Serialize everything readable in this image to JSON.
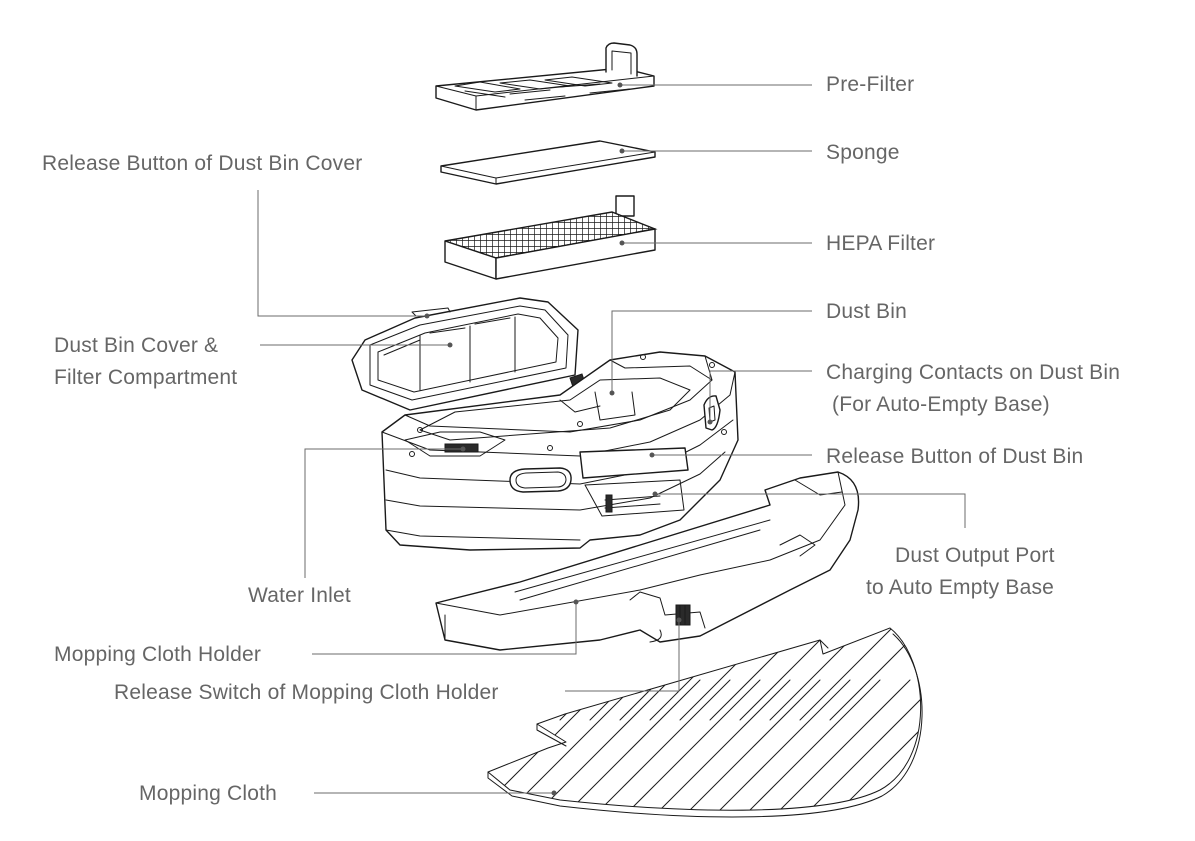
{
  "diagram": {
    "labels": {
      "pre_filter": "Pre-Filter",
      "sponge": "Sponge",
      "hepa_filter": "HEPA Filter",
      "release_button_cover": "Release Button of Dust Bin Cover",
      "dust_bin": "Dust Bin",
      "cover_line1": "Dust Bin Cover &",
      "cover_line2": "Filter Compartment",
      "charging_line1": "Charging Contacts on Dust Bin",
      "charging_line2": "(For Auto-Empty Base)",
      "release_button_bin": "Release Button of Dust Bin",
      "water_inlet": "Water Inlet",
      "dust_port_line1": "Dust Output Port",
      "dust_port_line2": "to Auto Empty Base",
      "mop_holder": "Mopping Cloth Holder",
      "release_switch": "Release Switch of Mopping Cloth Holder",
      "mopping_cloth": "Mopping Cloth"
    },
    "colors": {
      "line": "#1a1a1a",
      "leader": "#6b6b6b",
      "label_text": "#666666"
    }
  }
}
